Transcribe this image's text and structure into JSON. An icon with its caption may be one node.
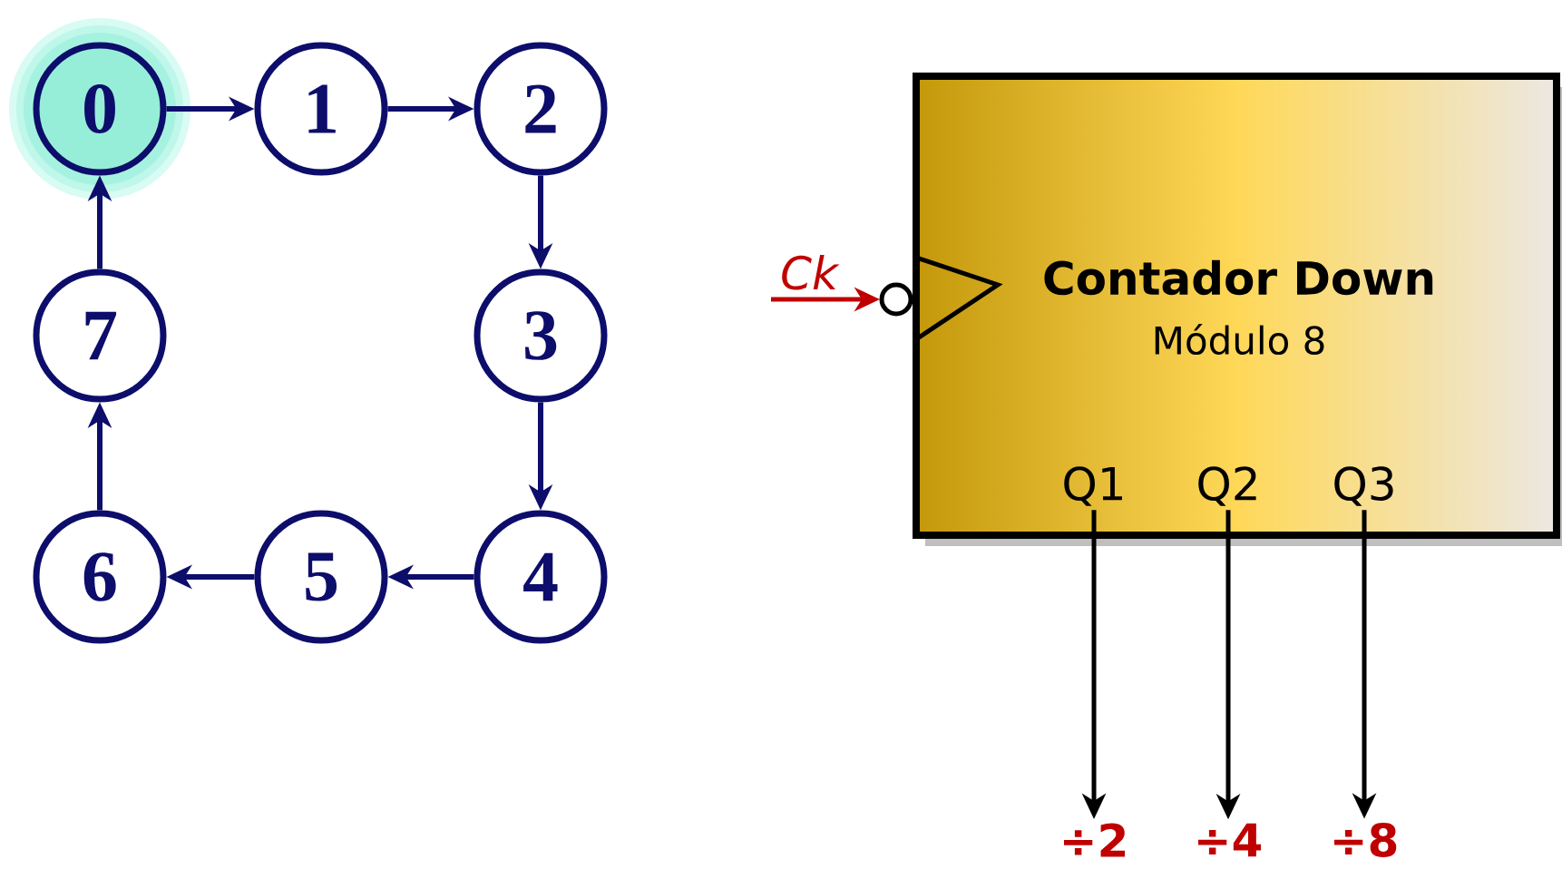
{
  "diagram": {
    "nodes": [
      {
        "text": [
          "0"
        ]
      },
      {
        "text": [
          "1"
        ]
      },
      {
        "text": [
          "2"
        ]
      },
      {
        "text": [
          "3"
        ]
      },
      {
        "text": [
          "4"
        ]
      },
      {
        "text": [
          "5"
        ]
      },
      {
        "text": [
          "6"
        ]
      },
      {
        "text": [
          "7"
        ]
      },
      {
        "text": [
          "Contador Down",
          "Módulo 8"
        ]
      },
      {
        "text": [
          "Q1"
        ],
        "in": 8
      },
      {
        "text": [
          "Q2"
        ],
        "in": 8
      },
      {
        "text": [
          "Q3"
        ],
        "in": 8
      },
      {
        "text": [
          "÷2"
        ]
      },
      {
        "text": [
          "÷4"
        ]
      },
      {
        "text": [
          "÷8"
        ]
      }
    ],
    "edges": [
      {
        "from": 0,
        "to": 1,
        "arrow": "to"
      },
      {
        "from": 1,
        "to": 2,
        "arrow": "to"
      },
      {
        "from": 2,
        "to": 3,
        "arrow": "to"
      },
      {
        "from": 3,
        "to": 4,
        "arrow": "to"
      },
      {
        "from": 4,
        "to": 5,
        "arrow": "to"
      },
      {
        "from": 5,
        "to": 6,
        "arrow": "to"
      },
      {
        "from": 6,
        "to": 7,
        "arrow": "to"
      },
      {
        "from": 7,
        "to": 0,
        "arrow": "to"
      },
      {
        "from": null,
        "to": 8,
        "arrow": "to",
        "label": "Ck",
        "color": "#c00000"
      },
      {
        "from": 9,
        "to": 12,
        "arrow": "to",
        "color": "#000000"
      },
      {
        "from": 10,
        "to": 13,
        "arrow": "to",
        "color": "#000000"
      },
      {
        "from": 11,
        "to": 14,
        "arrow": "to",
        "color": "#000000"
      }
    ]
  }
}
